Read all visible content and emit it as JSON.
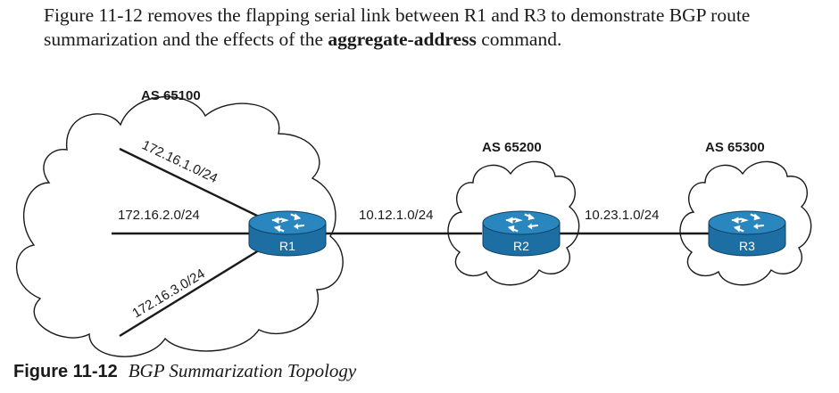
{
  "intro": {
    "line1": "Figure 11-12 removes the flapping serial link between R1 and R3 to demonstrate BGP route",
    "line2_pre": "summarization and the effects of the ",
    "line2_bold": "aggregate-address",
    "line2_post": " command."
  },
  "diagram": {
    "as_labels": {
      "as1": "AS 65100",
      "as2": "AS 65200",
      "as3": "AS 65300"
    },
    "networks": {
      "net1": "172.16.1.0/24",
      "net2": "172.16.2.0/24",
      "net3": "172.16.3.0/24"
    },
    "links": {
      "r1_r2": "10.12.1.0/24",
      "r2_r3": "10.23.1.0/24"
    },
    "routers": {
      "r1": "R1",
      "r2": "R2",
      "r3": "R3"
    },
    "colors": {
      "router_body": "#1d6fa3",
      "router_top": "#2a86be",
      "link": "#1a1a1a"
    }
  },
  "caption": {
    "number": "Figure 11-12",
    "title": "BGP Summarization Topology"
  }
}
